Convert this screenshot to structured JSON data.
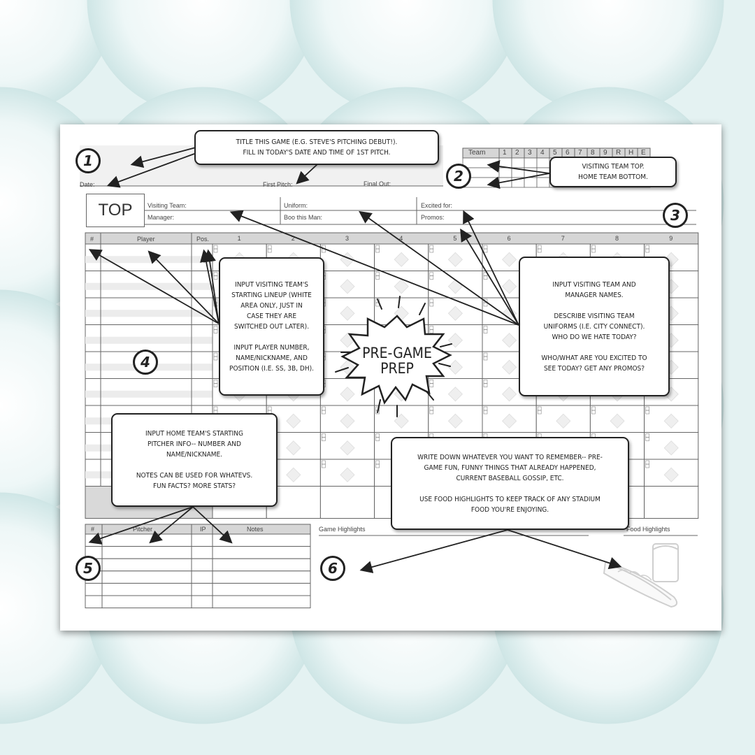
{
  "sheet": {
    "date_label": "Date:",
    "first_pitch_label": "First Pitch:",
    "final_out_label": "Final Out:",
    "half_label": "TOP",
    "visiting_team_label": "Visiting Team:",
    "manager_label": "Manager:",
    "uniform_label": "Uniform:",
    "boo_label": "Boo this Man:",
    "excited_label": "Excited for:",
    "promos_label": "Promos:",
    "linescore_headers": [
      "Team",
      "1",
      "2",
      "3",
      "4",
      "5",
      "6",
      "7",
      "8",
      "9",
      "R",
      "H",
      "E"
    ],
    "lineup_headers": {
      "number": "#",
      "player": "Player",
      "pos": "Pos."
    },
    "innings": [
      "1",
      "2",
      "3",
      "4",
      "5",
      "6",
      "7",
      "8",
      "9"
    ],
    "pitcher_headers": {
      "number": "#",
      "pitcher": "Pitcher",
      "ip": "IP",
      "notes": "Notes"
    },
    "game_highlights_label": "Game Highlights",
    "food_highlights_label": "Food Highlights"
  },
  "markers": [
    "1",
    "2",
    "3",
    "4",
    "5",
    "6"
  ],
  "callouts": {
    "title": [
      "TITLE THIS GAME (E.G. STEVE'S PITCHING DEBUT!).",
      "FILL IN TODAY'S DATE AND TIME OF 1ST PITCH."
    ],
    "teams": [
      "VISITING TEAM TOP.",
      "HOME TEAM BOTTOM."
    ],
    "lineup": [
      "INPUT VISITING TEAM'S\nSTARTING LINEUP (WHITE\nAREA ONLY, JUST IN\nCASE THEY ARE\nSWITCHED OUT LATER).",
      "INPUT PLAYER NUMBER,\nNAME/NICKNAME, AND\nPOSITION (I.E. SS, 3B, DH)."
    ],
    "manager": [
      "INPUT VISITING TEAM AND\nMANAGER NAMES.",
      "DESCRIBE VISITING TEAM\nUNIFORMS (I.E. CITY CONNECT).\nWHO DO WE HATE TODAY?",
      "WHO/WHAT ARE YOU EXCITED TO\nSEE TODAY? GET ANY PROMOS?"
    ],
    "pitcher": [
      "INPUT HOME TEAM'S STARTING\nPITCHER INFO-- NUMBER AND\nNAME/NICKNAME.",
      "NOTES CAN BE USED FOR WHATEVS.\nFUN FACTS? MORE STATS?"
    ],
    "highlights": [
      "WRITE DOWN WHATEVER YOU WANT TO REMEMBER-- PRE-\nGAME FUN, FUNNY THINGS THAT ALREADY HAPPENED,\nCURRENT BASEBALL GOSSIP, ETC.",
      "USE FOOD HIGHLIGHTS TO KEEP TRACK OF ANY STADIUM\nFOOD YOU'RE ENJOYING."
    ]
  },
  "burst": {
    "line1": "PRE-GAME",
    "line2": "PREP"
  },
  "colors": {
    "background": "#e4f2f2",
    "header_gray": "#d6d6d6",
    "stripe_gray": "#ececec",
    "ink": "#222222"
  }
}
